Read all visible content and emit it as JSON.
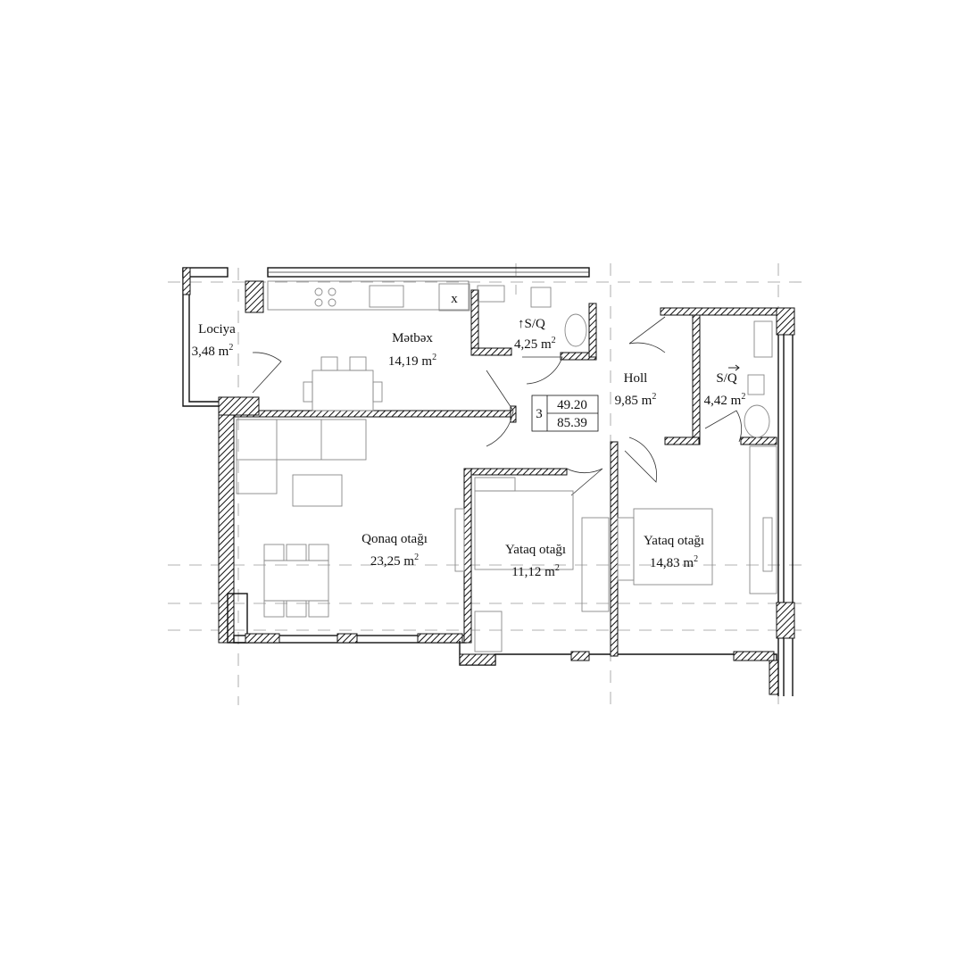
{
  "rooms": {
    "lociya": {
      "name": "Lociya",
      "area": "3,48 m",
      "sup": "2"
    },
    "metbex": {
      "name": "Mətbəx",
      "area": "14,19 m",
      "sup": "2"
    },
    "sq1": {
      "arrow": "↑",
      "name": "S/Q",
      "area": "4,25 m",
      "sup": "2"
    },
    "holl": {
      "name": "Holl",
      "area": "9,85 m",
      "sup": "2"
    },
    "sq2": {
      "name": "S/Q",
      "area": "4,42 m",
      "sup": "2"
    },
    "qonaq": {
      "name": "Qonaq otağı",
      "area": "23,25 m",
      "sup": "2"
    },
    "yataq1": {
      "name": "Yataq otağı",
      "area": "11,12 m",
      "sup": "2"
    },
    "yataq2": {
      "name": "Yataq otağı",
      "area": "14,83 m",
      "sup": "2"
    }
  },
  "summary": {
    "rooms_count": "3",
    "living_area": "49.20",
    "total_area": "85.39"
  },
  "kitchen_sign": "x"
}
